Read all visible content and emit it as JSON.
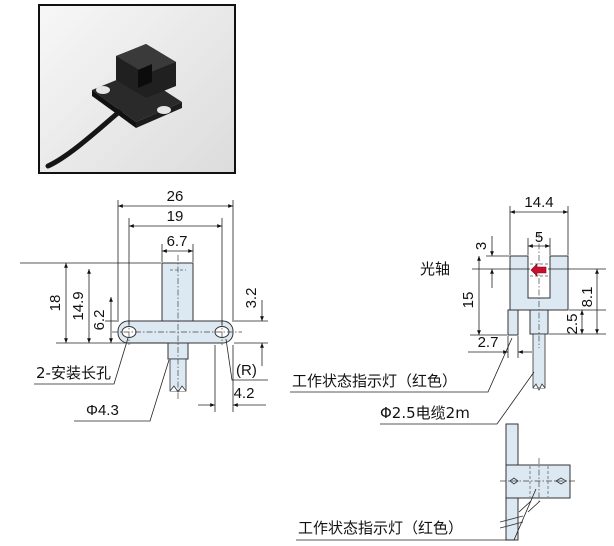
{
  "left_view": {
    "dims": {
      "total_width": "26",
      "hole_pitch": "19",
      "slot_width": "6.7",
      "height": "18",
      "height_upper": "14.9",
      "height_inner": "6.2",
      "flange": "3.2",
      "hole_offset": "4.2"
    },
    "labels": {
      "holes": "2-安装长孔",
      "radius": "(R)",
      "diameter": "Φ4.3"
    }
  },
  "right_view": {
    "dims": {
      "outer_width": "14.4",
      "slot": "5",
      "axis_offset": "3",
      "height": "15",
      "axis_height": "8.1",
      "base": "2.5",
      "led_offset": "2.7"
    },
    "labels": {
      "optical_axis": "光轴",
      "indicator": "工作状态指示灯（红色）",
      "cable": "Φ2.5电缆2m"
    }
  },
  "bottom_view": {
    "labels": {
      "indicator": "工作状态指示灯（红色）"
    }
  },
  "colors": {
    "body_fill": "#dce9f3",
    "indicator_arrow": "#c8102e"
  }
}
